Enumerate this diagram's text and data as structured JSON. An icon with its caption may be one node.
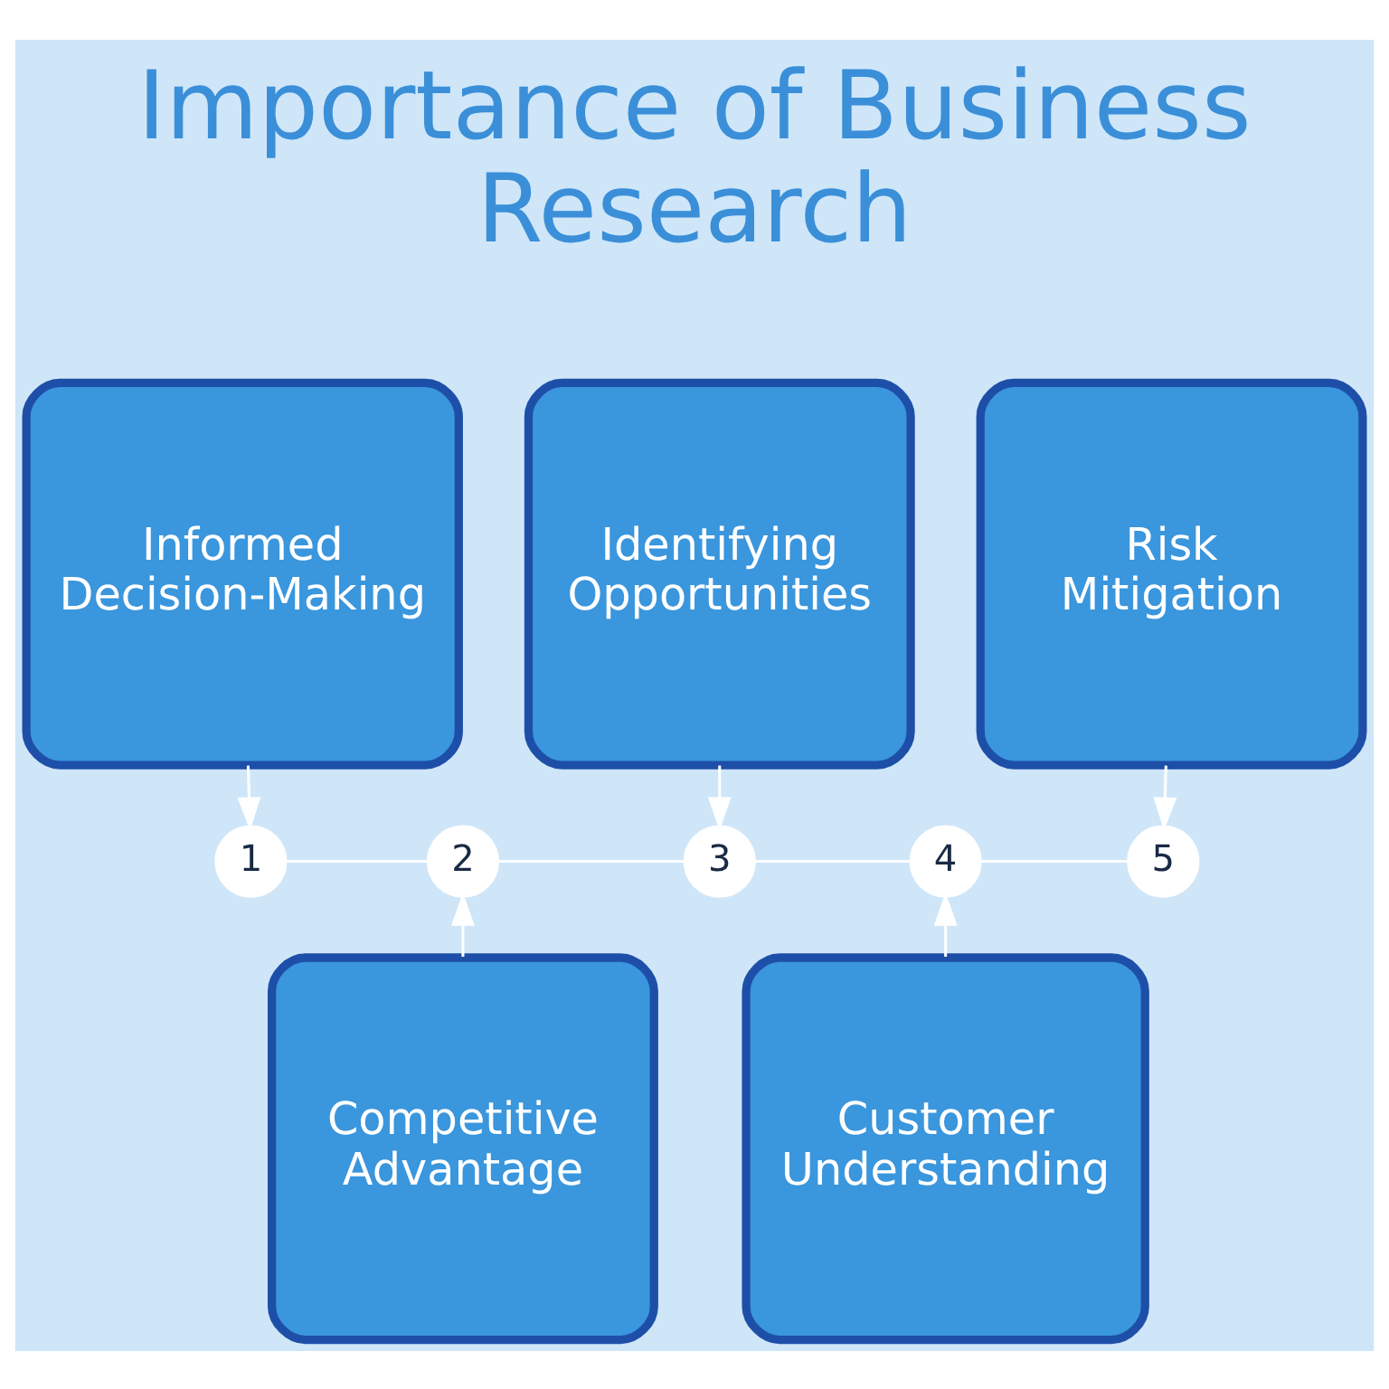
{
  "diagram": {
    "title": "Importance of Business Research",
    "nodes": [
      {
        "text": [
          "Informed Decision-Making"
        ]
      },
      {
        "text": [
          "Competitive Advantage"
        ]
      },
      {
        "text": [
          "Identifying Opportunities"
        ]
      },
      {
        "text": [
          "Customer Understanding"
        ]
      },
      {
        "text": [
          "Risk Mitigation"
        ]
      },
      {
        "text": [
          "1"
        ]
      },
      {
        "text": [
          "2"
        ]
      },
      {
        "text": [
          "3"
        ]
      },
      {
        "text": [
          "4"
        ]
      },
      {
        "text": [
          "5"
        ]
      }
    ],
    "edges": [
      {
        "from": 0,
        "to": 5,
        "arrow": "to"
      },
      {
        "from": 1,
        "to": 6,
        "arrow": "to"
      },
      {
        "from": 2,
        "to": 7,
        "arrow": "to"
      },
      {
        "from": 3,
        "to": 8,
        "arrow": "to"
      },
      {
        "from": 4,
        "to": 9,
        "arrow": "to"
      },
      {
        "from": 5,
        "to": 6,
        "arrow": "none"
      },
      {
        "from": 6,
        "to": 7,
        "arrow": "none"
      },
      {
        "from": 7,
        "to": 8,
        "arrow": "none"
      },
      {
        "from": 8,
        "to": 9,
        "arrow": "none"
      }
    ]
  }
}
